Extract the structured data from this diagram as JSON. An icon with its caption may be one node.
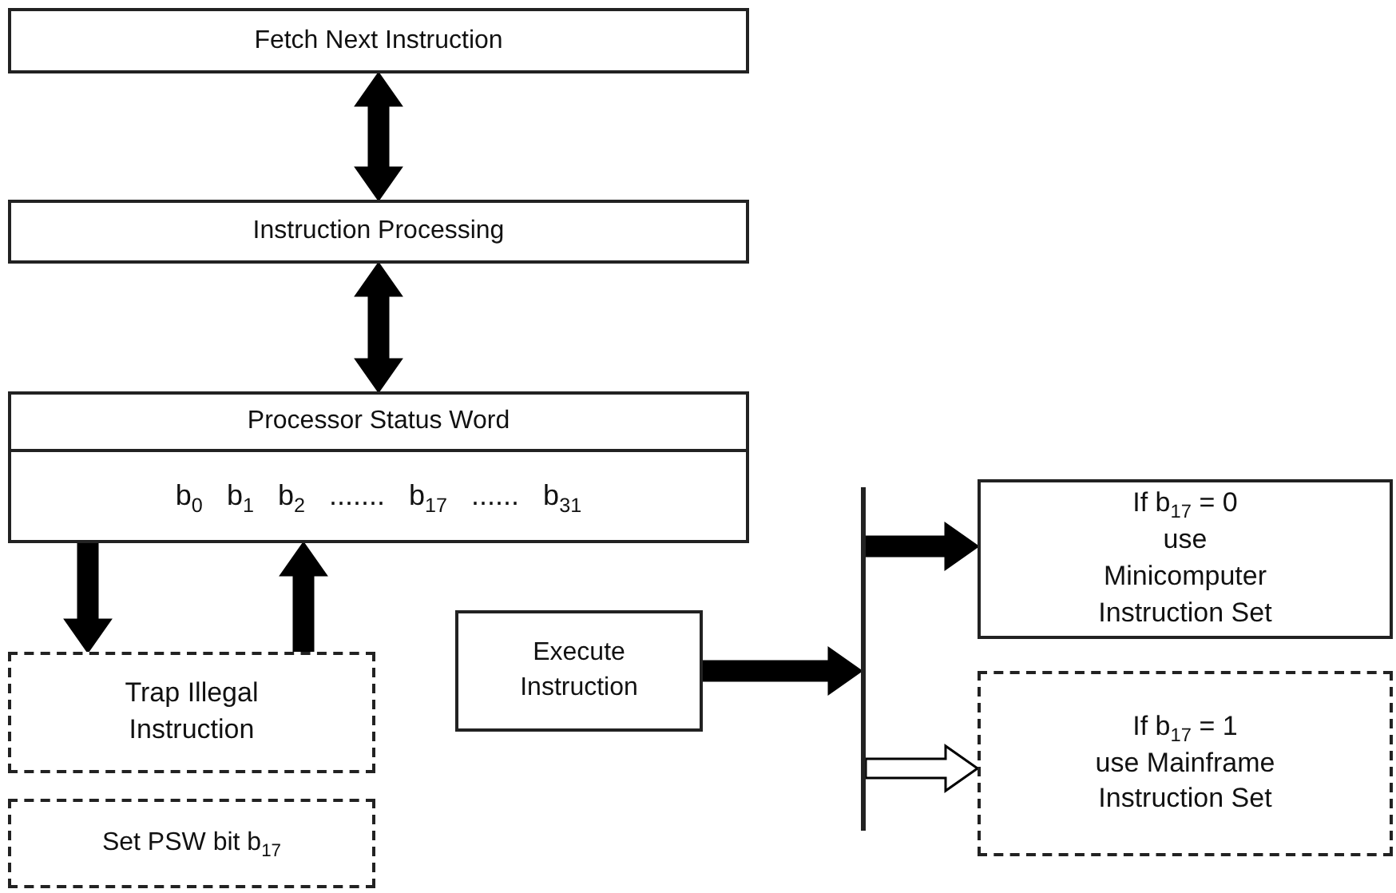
{
  "diagram": {
    "nodes": [
      {
        "text": [
          "Fetch Next Instruction"
        ]
      },
      {
        "text": [
          "Instruction Processing"
        ]
      },
      {
        "text": [
          "Processor Status Word"
        ]
      },
      {
        "text": [
          "b$_{0}$ b$_{1}$ b$_{2}$ ....... b$_{17}$ ...... b$_{31}$"
        ]
      },
      {
        "text": [
          "Trap Illegal Instruction"
        ]
      },
      {
        "text": [
          "Set PSW bit b$_{17}$"
        ]
      },
      {
        "text": [
          "Execute Instruction"
        ]
      },
      {
        "text": [],
        "shape": "bar"
      },
      {
        "text": [
          "If b$_{17}$ = 0",
          "use Minicomputer Instruction Set"
        ]
      },
      {
        "text": [
          "If b$_{17}$ = 1",
          "use Mainframe Instruction Set"
        ]
      }
    ],
    "edges": [
      {
        "from": 0,
        "to": 1,
        "arrow": "both"
      },
      {
        "from": 1,
        "to": 2,
        "arrow": "both"
      },
      {
        "from": 3,
        "to": 4,
        "arrow": "to"
      },
      {
        "from": 4,
        "to": 3,
        "arrow": "to"
      },
      {
        "from": 6,
        "to": 7,
        "arrow": "to"
      },
      {
        "from": 7,
        "to": 8,
        "arrow": "to"
      },
      {
        "from": 7,
        "to": 9,
        "arrow": "to",
        "color": "#ffffff"
      }
    ]
  }
}
